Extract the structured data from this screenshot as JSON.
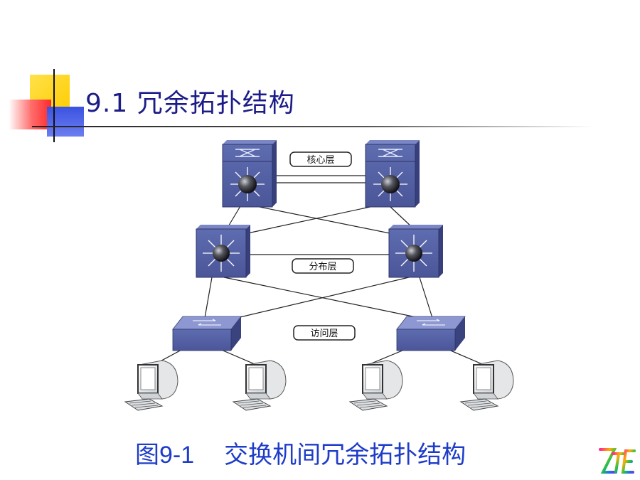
{
  "title": "9.1  冗余拓扑结构",
  "layers": {
    "core": "核心层",
    "distribution": "分布层",
    "access": "访问层"
  },
  "caption": {
    "figure_no": "图9-1",
    "text": "交换机间冗余拓扑结构"
  },
  "icons": {
    "logo": "zte-logo",
    "core_switch": "multilayer-switch-icon",
    "distribution_switch": "layer3-switch-icon",
    "access_switch": "workgroup-switch-icon",
    "pc": "computer-icon"
  },
  "colors": {
    "title": "#1c1c88",
    "caption": "#1e3cc8",
    "switch_blue": "#5a66a8",
    "deco_yellow": "#ffd21e",
    "deco_red": "#ff3c3c",
    "deco_blue": "#3c50dc"
  }
}
